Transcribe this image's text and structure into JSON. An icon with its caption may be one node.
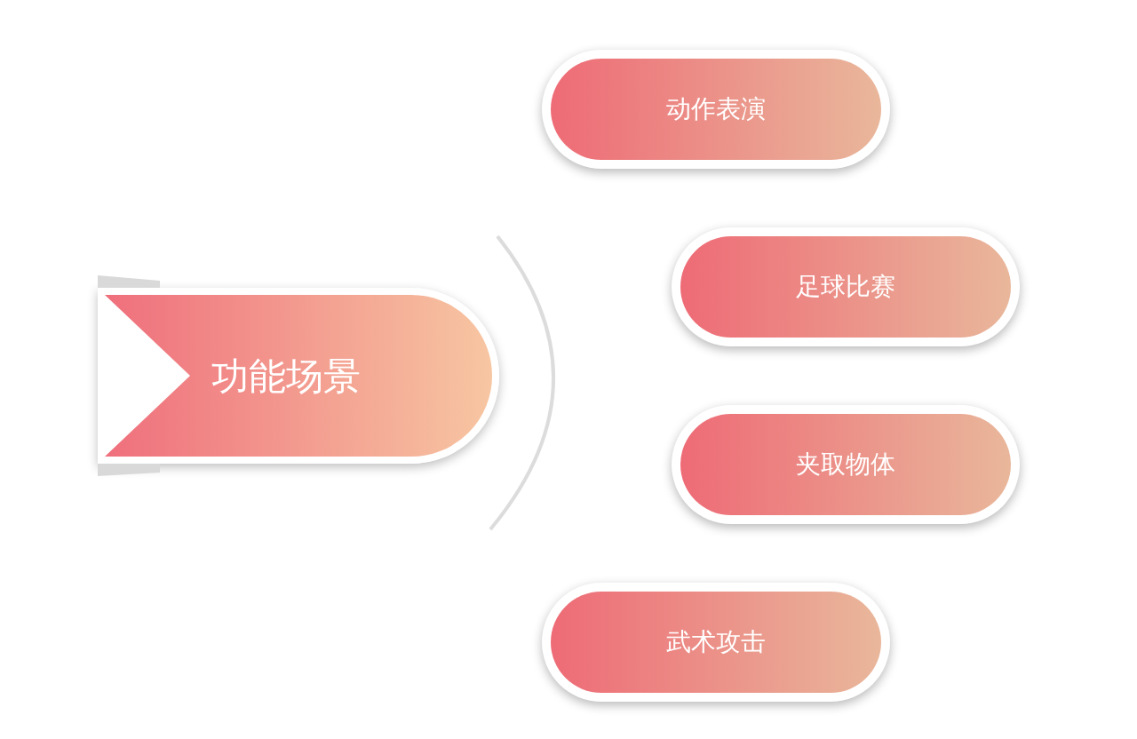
{
  "diagram": {
    "nodes": [
      {
        "text": [
          "功能场景"
        ]
      },
      {
        "text": [
          "动作表演"
        ]
      },
      {
        "text": [
          "足球比赛"
        ]
      },
      {
        "text": [
          "夹取物体"
        ]
      },
      {
        "text": [
          "武术攻击"
        ]
      }
    ]
  }
}
